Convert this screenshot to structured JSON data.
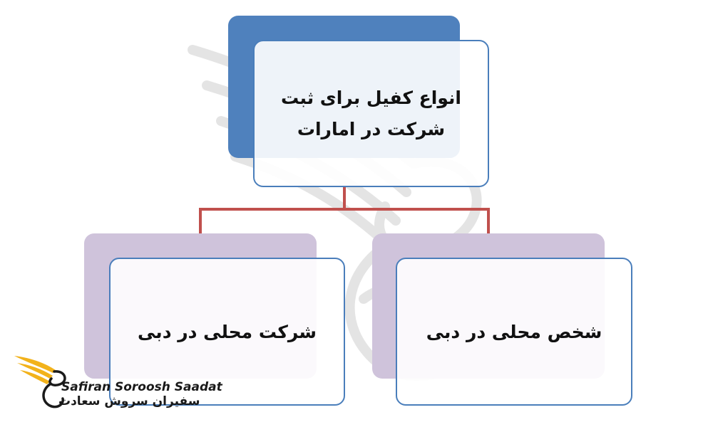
{
  "diagram": {
    "root": {
      "line1": "انواع کفیل برای ثبت",
      "line2": "شرکت در امارات"
    },
    "children": [
      {
        "label": "شرکت محلی در دبی"
      },
      {
        "label": "شخص محلی در دبی"
      }
    ]
  },
  "brand": {
    "name_en": "Safiran Soroosh Saadat",
    "name_fa": "سفیران سروش سعادت",
    "logo_icon": "phoenix-wing-icon"
  },
  "watermark": {
    "icon": "phoenix-watermark-icon"
  },
  "colors": {
    "root_shadow": "#4f81bd",
    "child_shadow": "#cfc3db",
    "node_border": "#4a7ebb",
    "connector": "#c0504d",
    "logo_gold": "#f2b21b"
  }
}
